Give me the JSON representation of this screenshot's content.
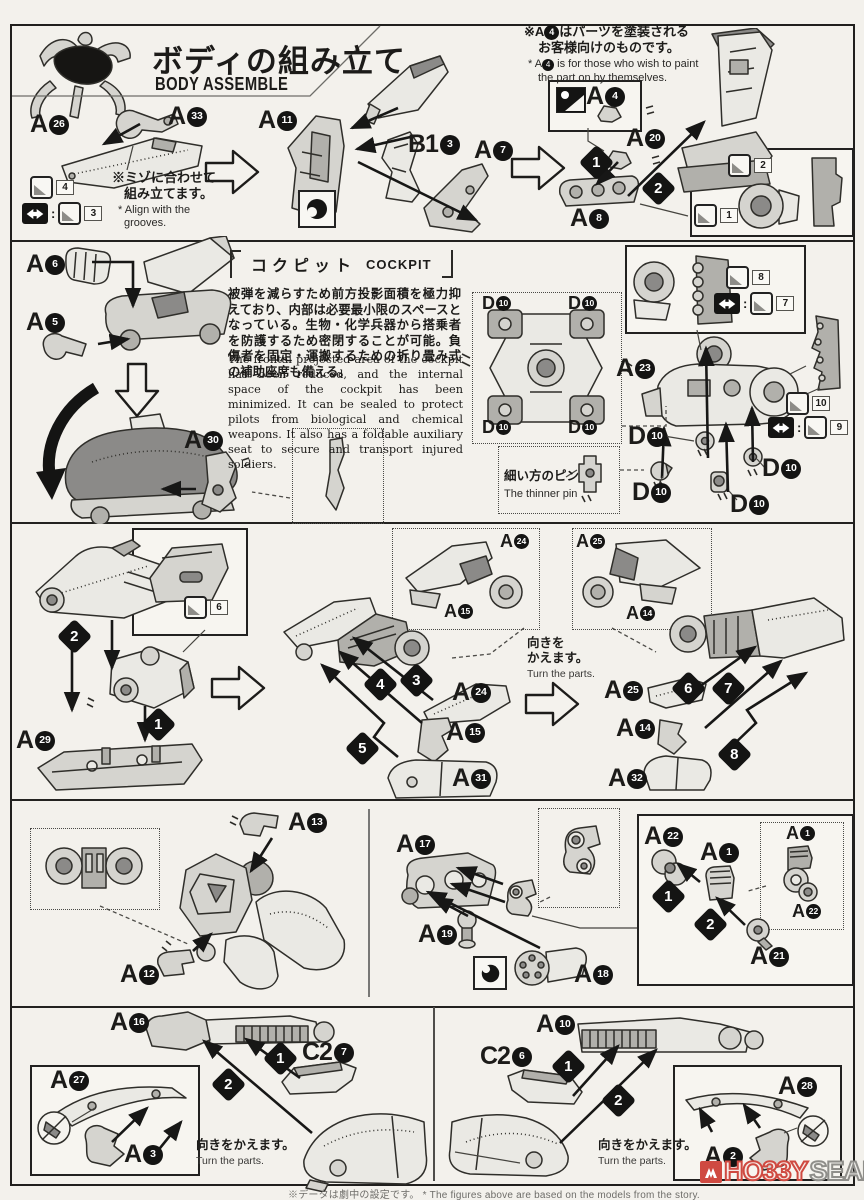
{
  "header": {
    "title_ja": "ボディの組み立て",
    "title_en": "BODY ASSEMBLE"
  },
  "notes": {
    "paint_ja1a": "※A",
    "paint_ja1b": "はパーツを塗装される",
    "paint_ja2": "お客様向けのものです。",
    "paint_en1a": "* A",
    "paint_en1b": " is for those who wish to paint",
    "paint_en2": "the part on by themselves.",
    "grooves_ja1": "※ミゾに合わせて",
    "grooves_ja2": "組み立てます。",
    "grooves_en1": "* Align with the",
    "grooves_en2": "grooves.",
    "turn_ja1": "向きを",
    "turn_ja2": "かえます。",
    "turn_ja": "向きをかえます。",
    "turn_en": "Turn the parts.",
    "thinpin_ja": "細い方のピン",
    "thinpin_en": "The thinner pin"
  },
  "cockpit": {
    "title_ja": "コクピット",
    "title_en": "COCKPIT",
    "body_ja": "被弾を減らすため前方投影面積を極力抑えており、内部は必要最小限のスペースとなっている。生物・化学兵器から搭乗者を防護するため密閉することが可能。負傷者を固定・運搬するための折り畳み式の補助座席も備える。",
    "body_en": "The frontal projected area of the cockpit has been reduced, and the internal space of the cockpit has been minimized. It can be sealed to protect pilots from biological and chemical weapons. It also has a foldable auxiliary seat to secure and transport injured soldiers."
  },
  "footer": {
    "note_ja": "※データは劇中の設定です。",
    "note_en": "* The figures above are based on the models from the story.",
    "wm1": "HO33Y",
    "wm2": "SEARCH"
  },
  "labels": {
    "a1": {
      "l": "A",
      "n": "1"
    },
    "a2": {
      "l": "A",
      "n": "2"
    },
    "a3": {
      "l": "A",
      "n": "3"
    },
    "a4": {
      "l": "A",
      "n": "4"
    },
    "a5": {
      "l": "A",
      "n": "5"
    },
    "a6": {
      "l": "A",
      "n": "6"
    },
    "a7": {
      "l": "A",
      "n": "7"
    },
    "a8": {
      "l": "A",
      "n": "8"
    },
    "a10": {
      "l": "A",
      "n": "10"
    },
    "a11": {
      "l": "A",
      "n": "11"
    },
    "a12": {
      "l": "A",
      "n": "12"
    },
    "a13": {
      "l": "A",
      "n": "13"
    },
    "a14": {
      "l": "A",
      "n": "14"
    },
    "a15": {
      "l": "A",
      "n": "15"
    },
    "a16": {
      "l": "A",
      "n": "16"
    },
    "a17": {
      "l": "A",
      "n": "17"
    },
    "a18": {
      "l": "A",
      "n": "18"
    },
    "a19": {
      "l": "A",
      "n": "19"
    },
    "a20": {
      "l": "A",
      "n": "20"
    },
    "a21": {
      "l": "A",
      "n": "21"
    },
    "a22": {
      "l": "A",
      "n": "22"
    },
    "a23": {
      "l": "A",
      "n": "23"
    },
    "a24": {
      "l": "A",
      "n": "24"
    },
    "a25": {
      "l": "A",
      "n": "25"
    },
    "a26": {
      "l": "A",
      "n": "26"
    },
    "a27": {
      "l": "A",
      "n": "27"
    },
    "a28": {
      "l": "A",
      "n": "28"
    },
    "a29": {
      "l": "A",
      "n": "29"
    },
    "a30": {
      "l": "A",
      "n": "30"
    },
    "a31": {
      "l": "A",
      "n": "31"
    },
    "a32": {
      "l": "A",
      "n": "32"
    },
    "a33": {
      "l": "A",
      "n": "33"
    },
    "b13": {
      "l": "B1",
      "n": "3"
    },
    "c26": {
      "l": "C2",
      "n": "6"
    },
    "c27": {
      "l": "C2",
      "n": "7"
    },
    "d10": {
      "l": "D",
      "n": "10"
    }
  },
  "steps": {
    "s1": "1",
    "s2": "2",
    "s3": "3",
    "s4": "4",
    "s5": "5",
    "s6": "6",
    "s7": "7",
    "s8": "8"
  },
  "tools": {
    "t1": "1",
    "t2": "2",
    "t3": "3",
    "t4": "4",
    "t6": "6",
    "t7": "7",
    "t8": "8",
    "t9": "9",
    "t10": "10"
  }
}
